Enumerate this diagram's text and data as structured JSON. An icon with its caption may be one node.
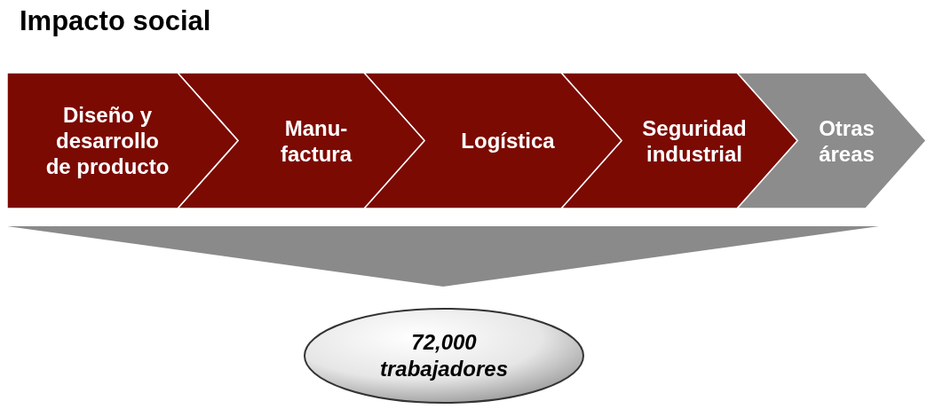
{
  "diagram": {
    "title": "Impacto social",
    "nodes": [
      {
        "text": [
          "Diseño y desarrollo de producto"
        ]
      },
      {
        "text": [
          "Manu- factura"
        ]
      },
      {
        "text": [
          "Logística"
        ]
      },
      {
        "text": [
          "Seguridad industrial"
        ]
      },
      {
        "text": [
          "Otras áreas"
        ]
      },
      {
        "text": [],
        "shape": "triangle"
      },
      {
        "text": [
          "72,000 trabajadores"
        ]
      }
    ],
    "edges": []
  }
}
